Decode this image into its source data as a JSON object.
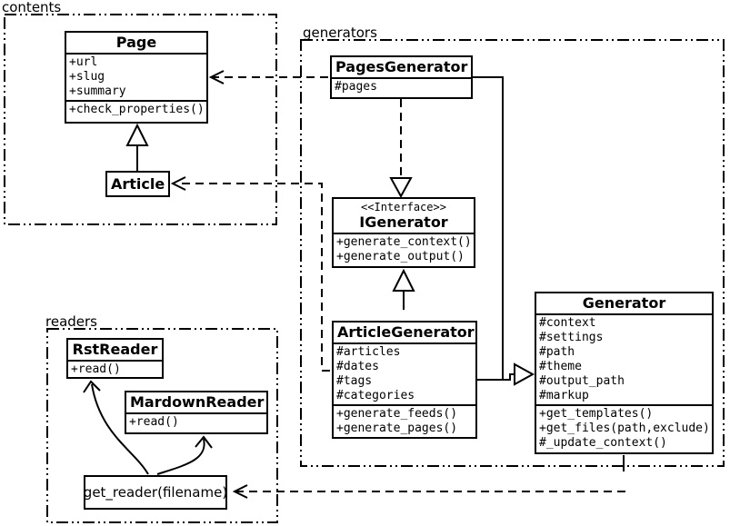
{
  "packages": {
    "contents": {
      "label": "contents"
    },
    "generators": {
      "label": "generators"
    },
    "readers": {
      "label": "readers"
    }
  },
  "classes": {
    "page": {
      "title": "Page",
      "attrs": [
        "+url",
        "+slug",
        "+summary"
      ],
      "methods": [
        "+check_properties()"
      ]
    },
    "article": {
      "title": "Article"
    },
    "pages_generator": {
      "title": "PagesGenerator",
      "attrs": [
        "#pages"
      ]
    },
    "igenerator": {
      "stereotype": "<<Interface>>",
      "title": "IGenerator",
      "methods": [
        "+generate_context()",
        "+generate_output()"
      ]
    },
    "article_generator": {
      "title": "ArticleGenerator",
      "attrs": [
        "#articles",
        "#dates",
        "#tags",
        "#categories"
      ],
      "methods": [
        "+generate_feeds()",
        "+generate_pages()"
      ]
    },
    "generator": {
      "title": "Generator",
      "attrs": [
        "#context",
        "#settings",
        "#path",
        "#theme",
        "#output_path",
        "#markup"
      ],
      "methods": [
        "+get_templates()",
        "+get_files(path,exclude)",
        "#_update_context()"
      ]
    },
    "rst_reader": {
      "title": "RstReader",
      "methods": [
        "+read()"
      ]
    },
    "markdown_reader": {
      "title": "MardownReader",
      "methods": [
        "+read()"
      ]
    },
    "get_reader": {
      "label": "get_reader(filename)"
    }
  },
  "colors": {
    "line": "#000000",
    "background": "#ffffff"
  }
}
